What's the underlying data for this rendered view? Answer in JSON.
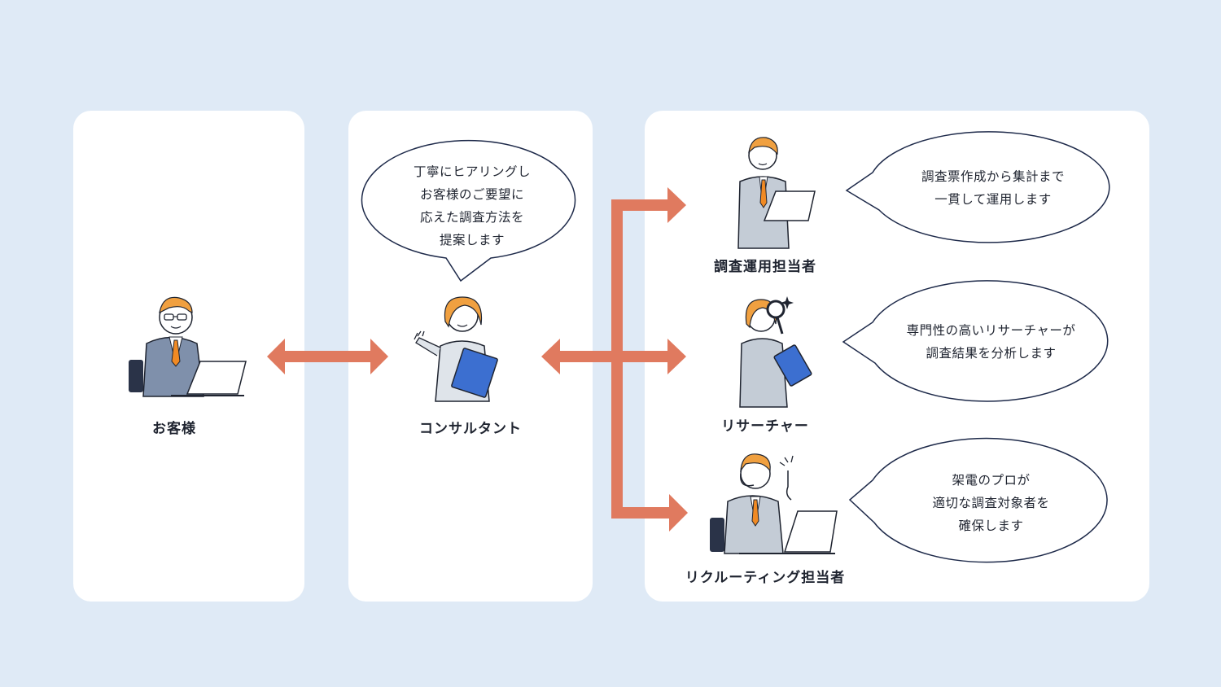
{
  "customer": {
    "label": "お客様"
  },
  "consultant": {
    "label": "コンサルタント",
    "speech": [
      "丁寧にヒアリングし",
      "お客様のご要望に",
      "応えた調査方法を",
      "提案します"
    ]
  },
  "team": [
    {
      "label": "調査運用担当者",
      "speech": [
        "調査票作成から集計まで",
        "一貫して運用します"
      ]
    },
    {
      "label": "リサーチャー",
      "speech": [
        "専門性の高いリサーチャーが",
        "調査結果を分析します"
      ]
    },
    {
      "label": "リクルーティング担当者",
      "speech": [
        "架電のプロが",
        "適切な調査対象者を",
        "確保します"
      ]
    }
  ],
  "colors": {
    "background": "#dfeaf6",
    "panel": "#ffffff",
    "arrow": "#e07a5f",
    "bubble_outline": "#1e2a4a",
    "suit": "#9aa7b8",
    "hair": "#f0a040",
    "tie": "#f08a24",
    "folder": "#3c6fd0"
  },
  "icons": [
    "customer-laptop-icon",
    "consultant-folder-icon",
    "operator-laptop-icon",
    "researcher-magnifier-icon",
    "recruiter-headset-icon"
  ]
}
